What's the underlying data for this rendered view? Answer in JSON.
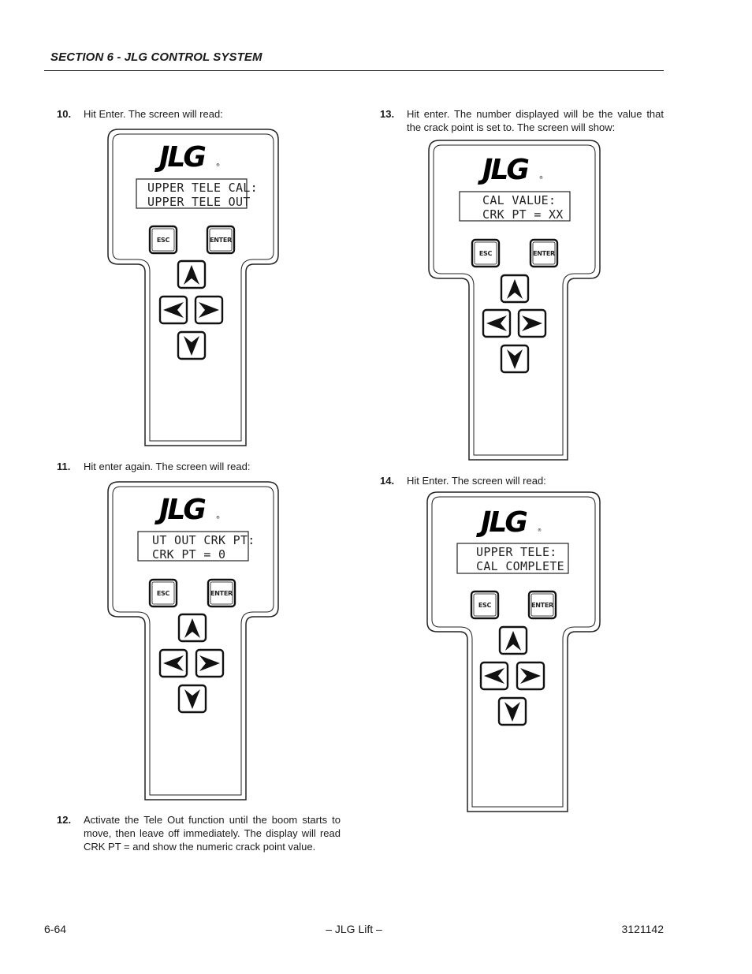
{
  "header": {
    "section_title": "SECTION 6 - JLG CONTROL SYSTEM"
  },
  "steps": [
    {
      "number": "10.",
      "text": "Hit Enter. The screen will read:"
    },
    {
      "number": "11.",
      "text": "Hit enter again. The screen will read:"
    },
    {
      "number": "12.",
      "text": "Activate the Tele Out function until the boom starts to move, then leave off immediately. The display will read CRK PT = and show the numeric crack point value."
    },
    {
      "number": "13.",
      "text": "Hit enter. The number displayed will be the value that the crack point is set to. The screen will show:"
    },
    {
      "number": "14.",
      "text": "Hit Enter. The screen will read:"
    }
  ],
  "pendants": [
    {
      "logo": "JLG",
      "line1": "UPPER TELE CAL:",
      "line2": "UPPER TELE OUT",
      "esc_label": "ESC",
      "enter_label": "ENTER"
    },
    {
      "logo": "JLG",
      "line1": "UT OUT CRK PT:",
      "line2": "CRK PT = 0",
      "esc_label": "ESC",
      "enter_label": "ENTER"
    },
    {
      "logo": "JLG",
      "line1": "CAL VALUE:",
      "line2": "CRK PT = XX",
      "esc_label": "ESC",
      "enter_label": "ENTER"
    },
    {
      "logo": "JLG",
      "line1": "UPPER TELE:",
      "line2": "CAL COMPLETE",
      "esc_label": "ESC",
      "enter_label": "ENTER"
    }
  ],
  "footer": {
    "page_number": "6-64",
    "center": "– JLG Lift –",
    "doc_number": "3121142"
  }
}
